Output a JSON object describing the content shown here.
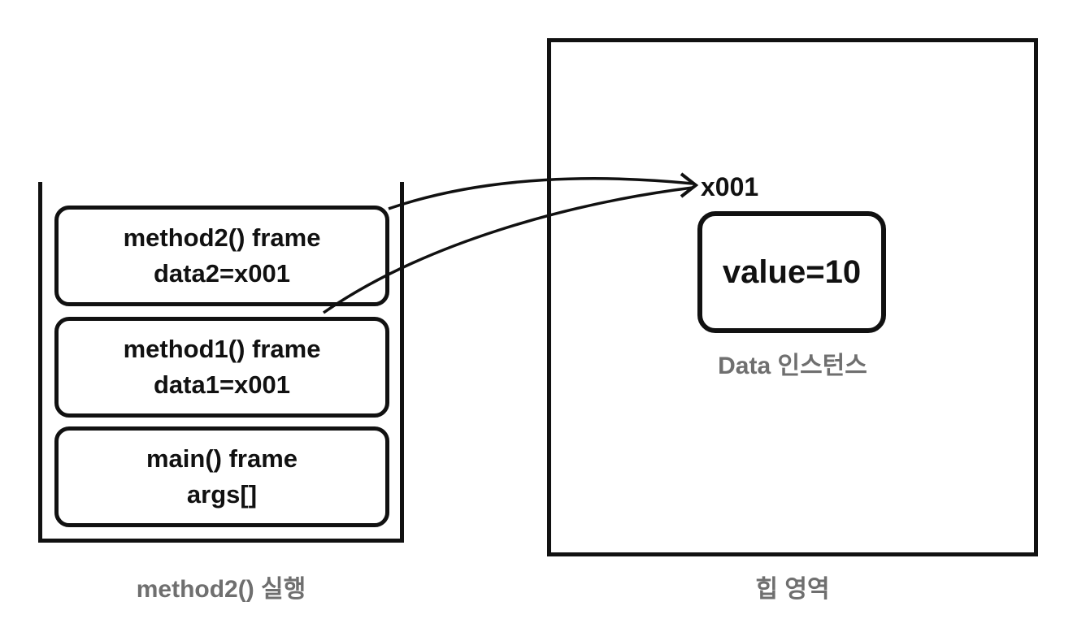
{
  "stack": {
    "frames": [
      {
        "line1": "method2() frame",
        "line2": "data2=x001"
      },
      {
        "line1": "method1() frame",
        "line2": "data1=x001"
      },
      {
        "line1": "main() frame",
        "line2": "args[]"
      }
    ],
    "caption": "method2() 실행"
  },
  "heap": {
    "reference": "x001",
    "instance_value": "value=10",
    "instance_caption": "Data 인스턴스",
    "caption": "힙 영역"
  },
  "colors": {
    "stroke": "#111111",
    "caption": "#6f6f6f"
  }
}
